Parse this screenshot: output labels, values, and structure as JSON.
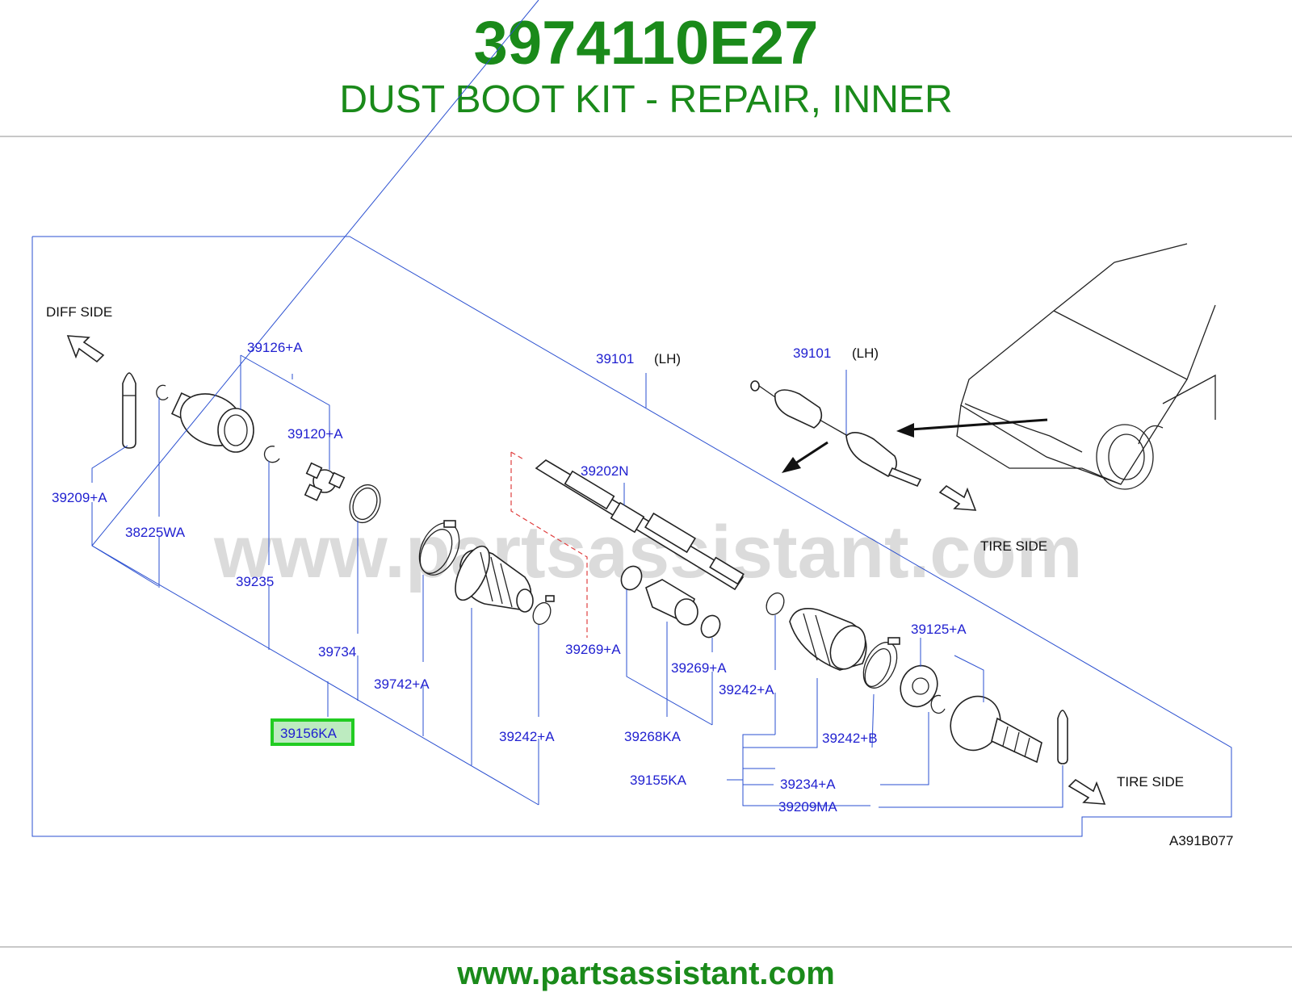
{
  "header": {
    "part_number": "3974110E27",
    "description": "DUST BOOT KIT - REPAIR, INNER"
  },
  "footer": {
    "url": "www.partsassistant.com"
  },
  "diagram": {
    "watermark": "www.partsassistant.com",
    "diagram_code": "A391B077",
    "diff_side_label": "DIFF   SIDE",
    "tire_side_label_top": "TIRE   SIDE",
    "tire_side_label_bottom": "TIRE   SIDE",
    "highlighted_part": "39156KA",
    "callouts": {
      "c39126A": "39126+A",
      "c39120A": "39120+A",
      "c39209A": "39209+A",
      "c38225WA": "38225WA",
      "c39235": "39235",
      "c39734": "39734",
      "c39742A": "39742+A",
      "c39156KA": "39156KA",
      "c39242A_1": "39242+A",
      "c39202N": "39202N",
      "c39269A_1": "39269+A",
      "c39269A_2": "39269+A",
      "c39268KA": "39268KA",
      "c39242A_2": "39242+A",
      "c39242B": "39242+B",
      "c39125A": "39125+A",
      "c39155KA": "39155KA",
      "c39234A": "39234+A",
      "c39209MA": "39209MA",
      "c39101_main": "39101",
      "lh_main": "(LH)",
      "c39101_inset": "39101",
      "lh_inset": "(LH)"
    }
  },
  "colors": {
    "brand_green": "#1a8a1a",
    "callout_blue": "#1f1fd0",
    "leader_blue": "#2a4fd0",
    "highlight_green": "#22cc22"
  }
}
